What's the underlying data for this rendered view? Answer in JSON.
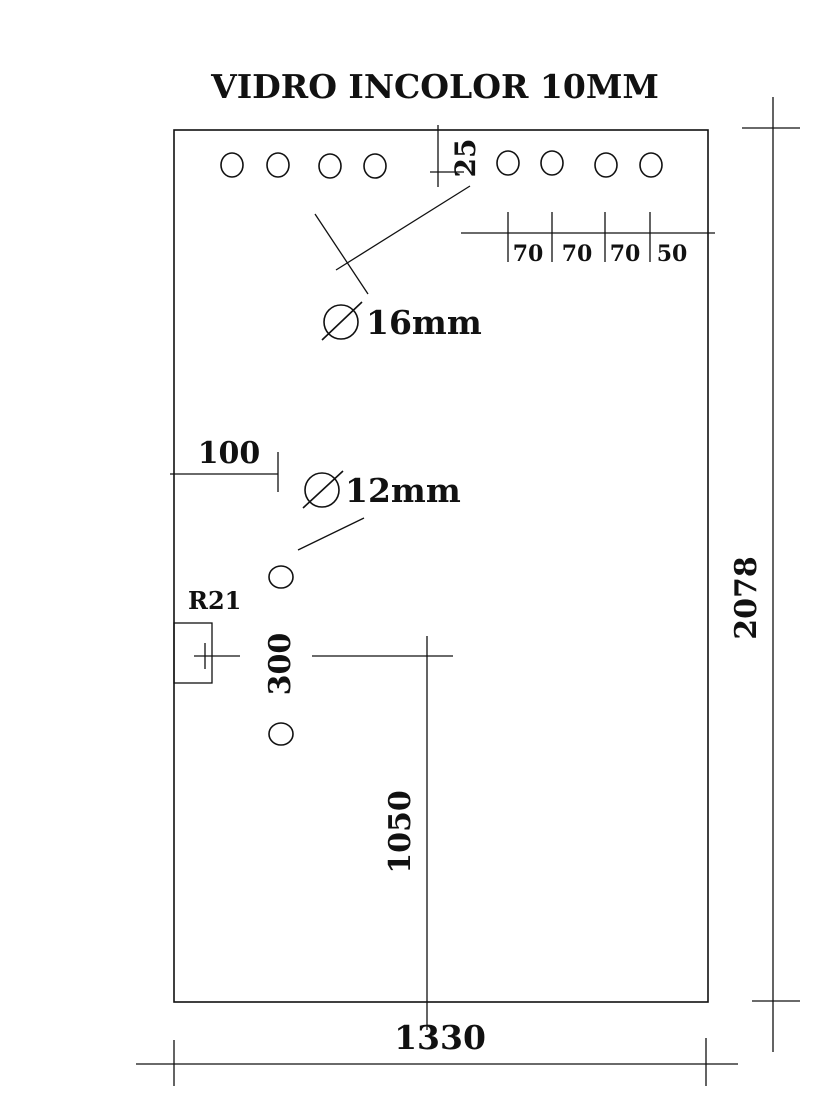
{
  "title": "VIDRO INCOLOR 10MM",
  "colors": {
    "ink": "#111111",
    "background": "#ffffff"
  },
  "dimensions": {
    "width": "1330",
    "height": "2078",
    "top_offset": "25",
    "spacing_1": "70",
    "spacing_2": "70",
    "spacing_3": "70",
    "spacing_4": "50",
    "left_offset": "100",
    "hole_spacing": "300",
    "handle_height": "1050"
  },
  "callouts": {
    "large_hole": "16mm",
    "small_hole": "12mm",
    "notch": "R21"
  }
}
